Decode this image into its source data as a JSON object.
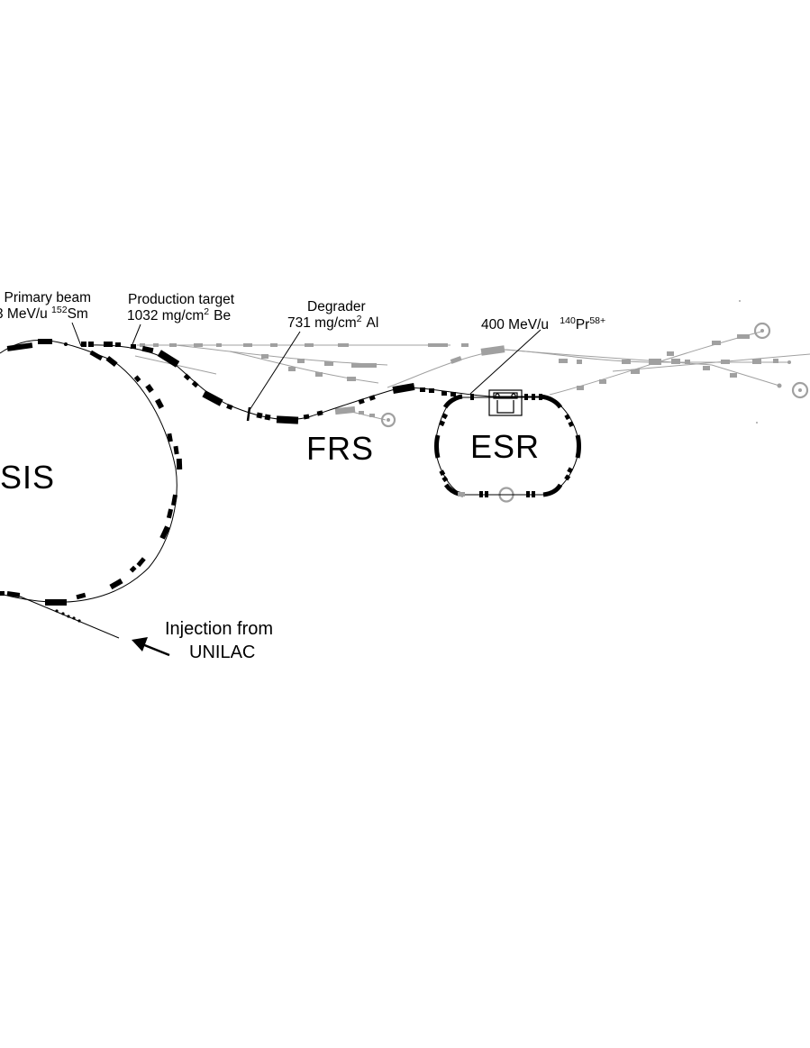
{
  "labels": {
    "sis": "SIS",
    "frs": "FRS",
    "esr": "ESR",
    "primary_beam": {
      "line1": "Primary beam",
      "line2_prefix": "3 MeV/u ",
      "isotope_mass": "152",
      "isotope_symbol": "Sm"
    },
    "production_target": {
      "line1": "Production target",
      "line2_prefix": "1032 mg/cm",
      "exponent": "2",
      "material": "Be"
    },
    "degrader": {
      "line1": "Degrader",
      "line2_prefix": "731 mg/cm",
      "exponent": "2",
      "material": "Al"
    },
    "esr_beam": {
      "prefix": "400 MeV/u ",
      "isotope_mass": "140",
      "symbol": "Pr",
      "charge": "58+"
    },
    "injection": {
      "line1": "Injection from",
      "line2": "UNILAC"
    }
  },
  "colors": {
    "beamline": "#000000",
    "inactive_beamline": "#a0a0a0",
    "background": "#ffffff"
  },
  "icons": [
    "arrow-icon",
    "beam-dump-icon",
    "electron-cooler-icon"
  ]
}
